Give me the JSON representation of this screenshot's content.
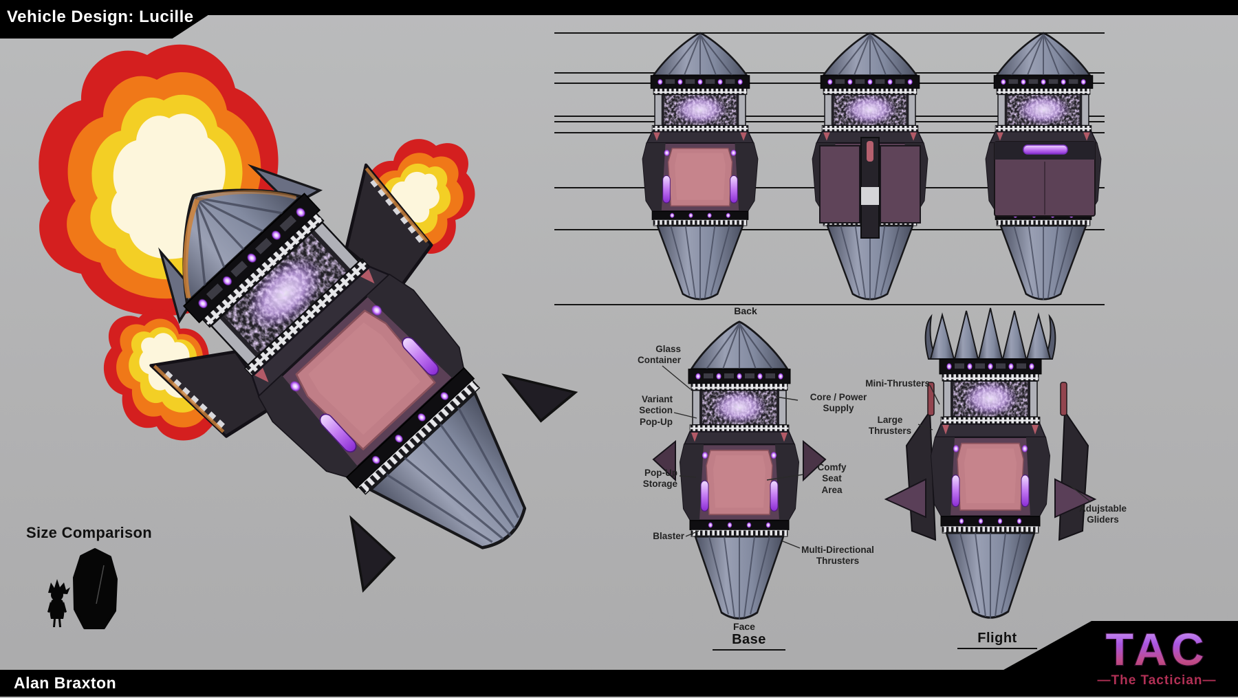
{
  "banners": {
    "title": "Vehicle Design: Lucille",
    "author": "Alan Braxton"
  },
  "logo": {
    "name": "TAC",
    "tagline": "—The Tactician—"
  },
  "size_comparison": {
    "heading": "Size Comparison"
  },
  "top_views": {
    "caption": "Back"
  },
  "base_view": {
    "caption": "Base",
    "sub_caption": "Face",
    "labels": {
      "glass_container": "Glass\nContainer",
      "variant_section": "Variant\nSection\nPop-Up",
      "core_power": "Core / Power\nSupply",
      "popup_storage": "Pop-Up\nStorage",
      "comfy_seat": "Comfy\nSeat\nArea",
      "blaster": "Blaster",
      "multi_thrusters": "Multi-Directional\nThrusters"
    }
  },
  "flight_view": {
    "caption": "Flight",
    "labels": {
      "mini_thrusters": "Mini-Thrusters",
      "large_thrusters": "Large\nThrusters",
      "adjustable_gliders": "Adujstable\nGliders"
    }
  },
  "colors": {
    "background": "#b2b2b3",
    "banner_black": "#000000",
    "cone_gray": "#7b8095",
    "hull_purple": "#5b4056",
    "panel_black": "#2d2931",
    "seat_pink": "#c07e87",
    "glow_purple": "#b45cf0",
    "flame_red": "#d41f1f",
    "flame_orange": "#f07818",
    "flame_yellow": "#f3cf25",
    "flame_core": "#fdf6dc",
    "tac_gradient_top": "#d09df8",
    "tac_gradient_bottom": "#8e3060",
    "tagline_pink": "#b13055",
    "line_black": "#141414"
  }
}
